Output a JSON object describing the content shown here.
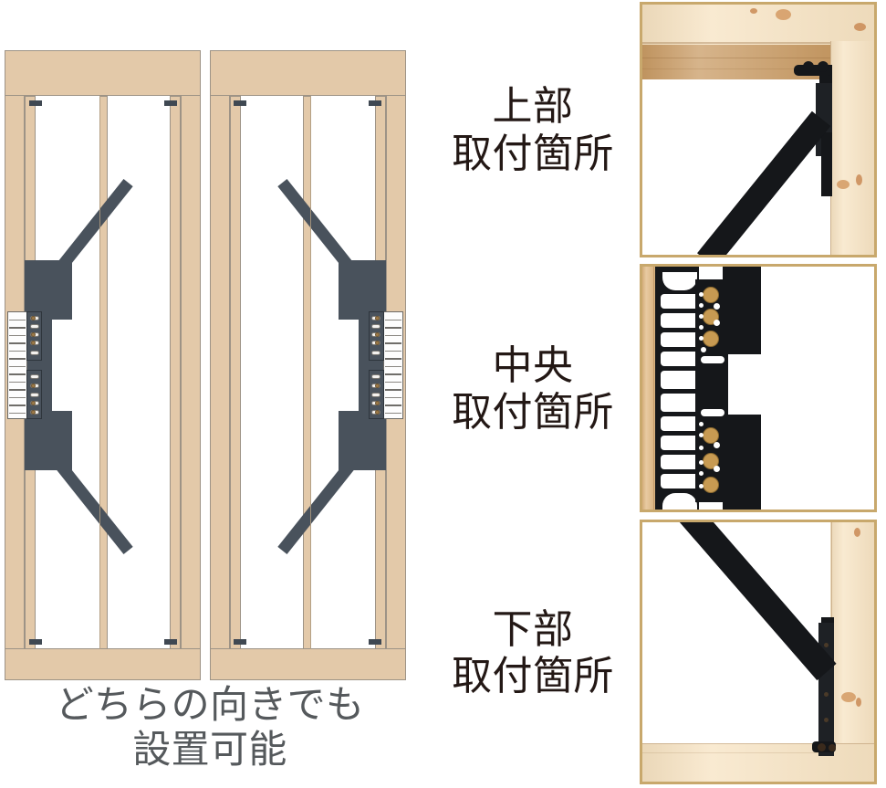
{
  "figure": {
    "kind": "product-instruction-figure",
    "subject": "wall brace bracket installation"
  },
  "diagram": {
    "caption_line1": "どちらの向きでも",
    "caption_line2": "設置可能",
    "caption_color": "#55595c",
    "wood_color": "#e3c9a9",
    "metal_color": "#49525c",
    "frames": [
      {
        "name": "frame-orientation-a",
        "brace_direction": "right-facing"
      },
      {
        "name": "frame-orientation-b",
        "brace_direction": "left-facing"
      }
    ]
  },
  "panels": [
    {
      "label_line1": "上部",
      "label_line2": "取付箇所",
      "photo_name": "upper-mounting-point-photo",
      "border_color": "#c8a86c"
    },
    {
      "label_line1": "中央",
      "label_line2": "取付箇所",
      "photo_name": "center-mounting-point-photo",
      "border_color": "#c8a86c"
    },
    {
      "label_line1": "下部",
      "label_line2": "取付箇所",
      "photo_name": "lower-mounting-point-photo",
      "border_color": "#c8a86c"
    }
  ]
}
